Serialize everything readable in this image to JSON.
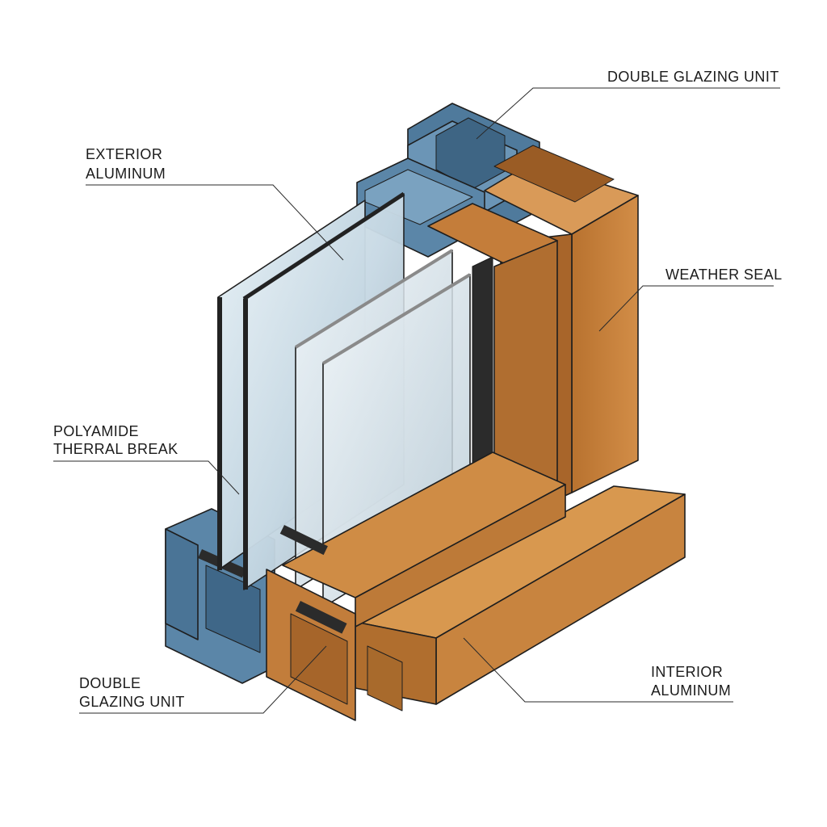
{
  "labels": {
    "top_right": "DOUBLE GLAZING UNIT",
    "exterior_line1": "EXTERIOR",
    "exterior_line2": "ALUMINUM",
    "weather_seal": "WEATHER SEAL",
    "polyamide_line1": "POLYAMIDE",
    "polyamide_line2": "THERRAL BREAK",
    "bottom_left_line1": "DOUBLE",
    "bottom_left_line2": "GLAZING UNIT",
    "interior_line1": "INTERIOR",
    "interior_line2": "ALUMINUM"
  },
  "colors": {
    "exterior_aluminum": "#5b86a8",
    "interior_aluminum": "#c8843f",
    "glass": "#cfe0ea",
    "gasket": "#2b2b2b",
    "background": "#ffffff"
  }
}
